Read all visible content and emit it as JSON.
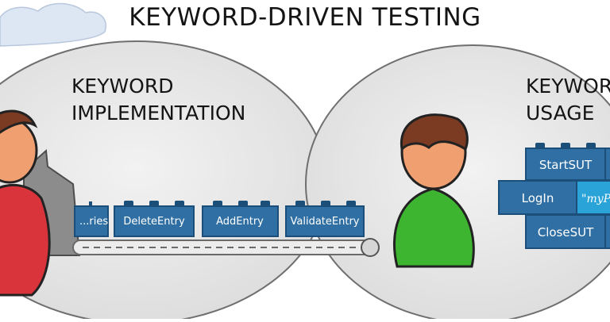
{
  "title": "KEYWORD-DRIVEN TESTING",
  "left_oval": {
    "line1": "KEYWORD",
    "line2": "IMPLEMENTATION"
  },
  "right_oval": {
    "line1": "KEYWORD",
    "line2": "USAGE"
  },
  "conveyor_bricks": [
    "...ries",
    "DeleteEntry",
    "AddEntry",
    "ValidateEntry"
  ],
  "stack_bricks": {
    "top": "StartSUT",
    "middle": "LogIn",
    "middle_param": "\"myPa",
    "bottom": "CloseSUT"
  },
  "colors": {
    "brick": "#2f6fa3",
    "brick_dark": "#1b4f7a",
    "param_brick": "#2aa3d8",
    "oval_fill": "#e4e4e4",
    "cloud": "#dde7f4",
    "person_left_body": "#d9343b",
    "person_right_body": "#3db531",
    "face": "#f0a070",
    "hair": "#7a3b22"
  }
}
